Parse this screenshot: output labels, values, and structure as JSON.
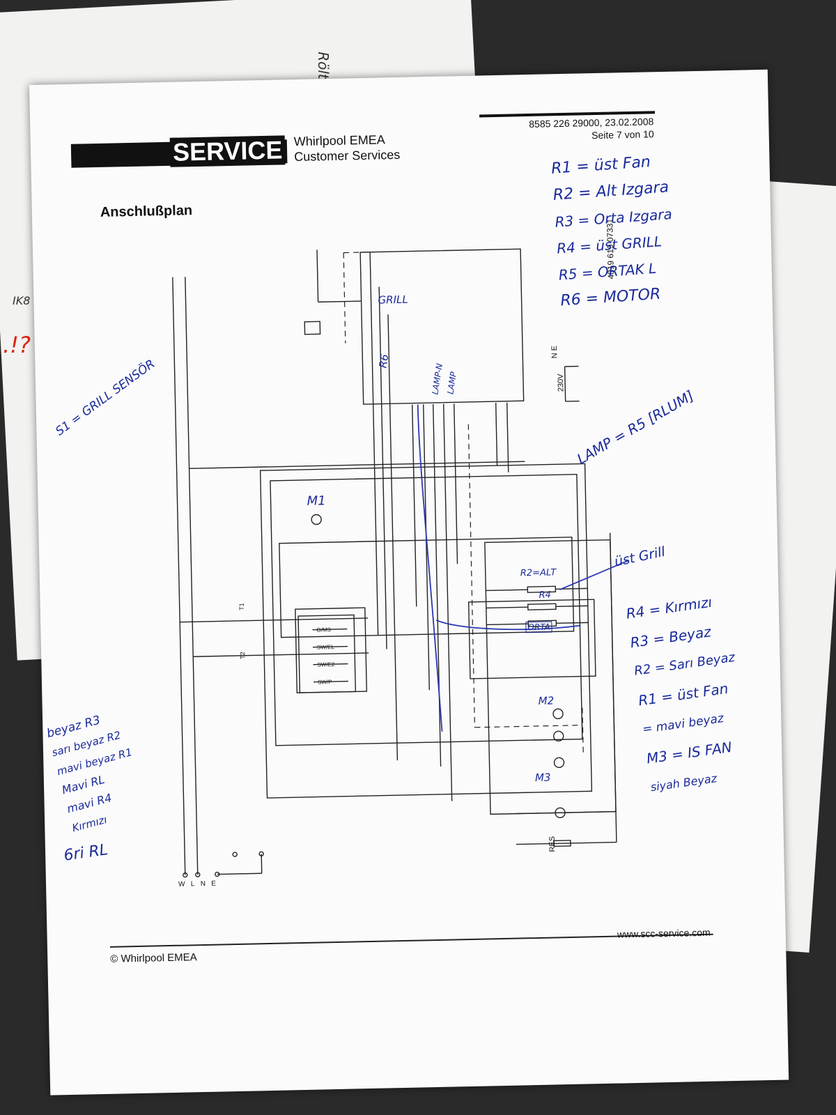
{
  "header": {
    "service_label": "SERVICE",
    "company_line1": "Whirlpool EMEA",
    "company_line2": "Customer Services",
    "doc_number": "8585 226 29000, 23.02.2008",
    "page": "Seite 7 von 10",
    "title": "Anschlußplan",
    "side_code": "4819 619 07331"
  },
  "footer": {
    "copyright": "© Whirlpool EMEA",
    "website": "www.scc-service.com"
  },
  "background_notes": {
    "top_scribble": "Rölt",
    "left_note": "IK8",
    "left_red": ".!?"
  },
  "annotations": {
    "legend": [
      "R1 = üst Fan",
      "R2 = Alt Izgara",
      "R3 = Orta Izgara",
      "R4 = üst GRILL",
      "R5 = ORTAK L",
      "R6 = MOTOR"
    ],
    "lamp": "LAMP = R5 [RLUM]",
    "grill": "GRILL",
    "sensor": "S1 = GRILL SENSÖR",
    "r6": "R6",
    "lamp_n": "LAMP-N",
    "lamp_l": "LAMP",
    "m1": "M1",
    "m2": "M2",
    "m3": "M3",
    "r2_alt": "R2=ALT",
    "r4": "R4",
    "orta": "ORTA",
    "ust_grill": "üst Grill",
    "right_list": [
      "R4 = Kırmızı",
      "R3 = Beyaz",
      "R2 = Sarı Beyaz",
      "R1 = üst Fan",
      "= mavi beyaz",
      "M3 = IS FAN",
      "siyah Beyaz"
    ],
    "left_list": [
      "beyaz R3",
      "sarı beyaz R2",
      "mavi beyaz R1",
      "Mavi RL",
      "mavi R4",
      "Kırmızı",
      "6ri RL"
    ]
  },
  "schematic_labels": {
    "supply": "230V",
    "neutral_earth": "N E",
    "terminals": [
      "W",
      "L",
      "N",
      "E"
    ],
    "switches": [
      "G/MS",
      "SW/EL",
      "SW/E2",
      "SW/P"
    ],
    "temps": [
      "T1",
      "T2"
    ],
    "res": "RES"
  }
}
